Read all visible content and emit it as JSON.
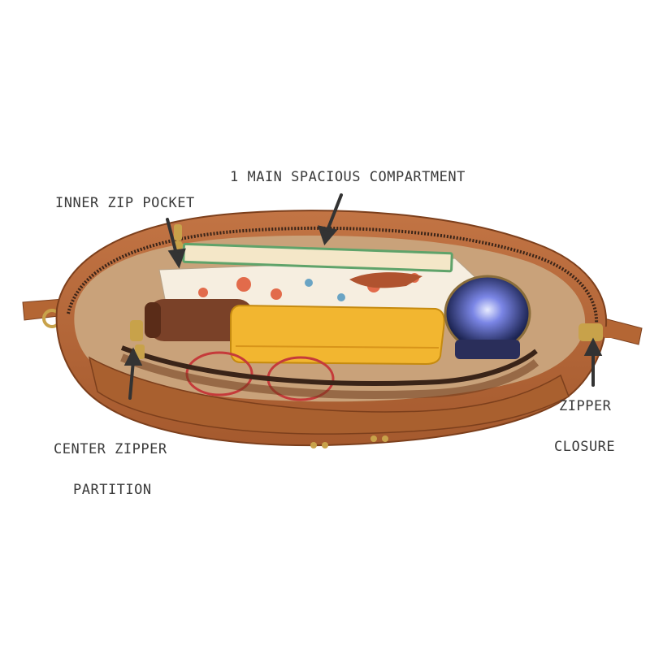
{
  "callouts": {
    "main_compartment": "1 MAIN SPACIOUS COMPARTMENT",
    "inner_zip_pocket": "INNER ZIP POCKET",
    "center_zipper_line1": "CENTER ZIPPER",
    "center_zipper_line2": "PARTITION",
    "zipper_closure_line1": "ZIPPER",
    "zipper_closure_line2": "CLOSURE"
  },
  "colors": {
    "leather": "#b8683a",
    "leather_dark": "#8e4a24",
    "lining": "#c9a27a",
    "wallet": "#f2b630",
    "zipper_metal": "#c8a24a",
    "arrow": "#333333"
  }
}
